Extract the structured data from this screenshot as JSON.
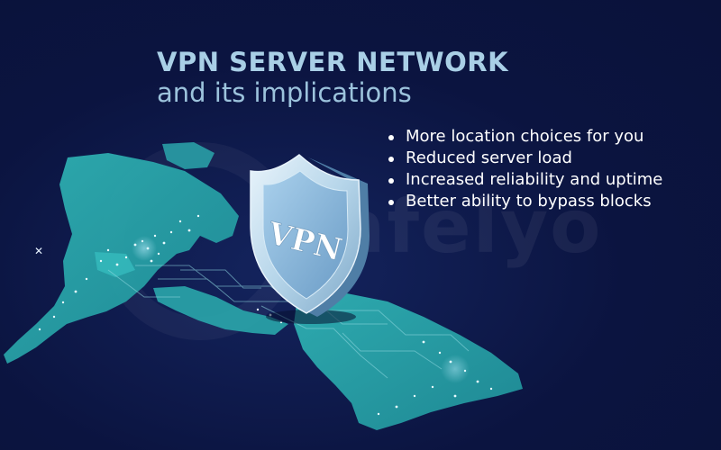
{
  "title": {
    "main": "VPN SERVER NETWORK",
    "sub": "and its implications"
  },
  "bullets": [
    "More location choices for you",
    "Reduced server load",
    "Increased reliability and uptime",
    "Better ability to bypass blocks"
  ],
  "shield_label": "VPN",
  "watermark_text": "afelyo",
  "colors": {
    "background": "#0b1440",
    "title": "#a9cfe6",
    "map": "#2aa6ab",
    "text": "#ffffff"
  }
}
